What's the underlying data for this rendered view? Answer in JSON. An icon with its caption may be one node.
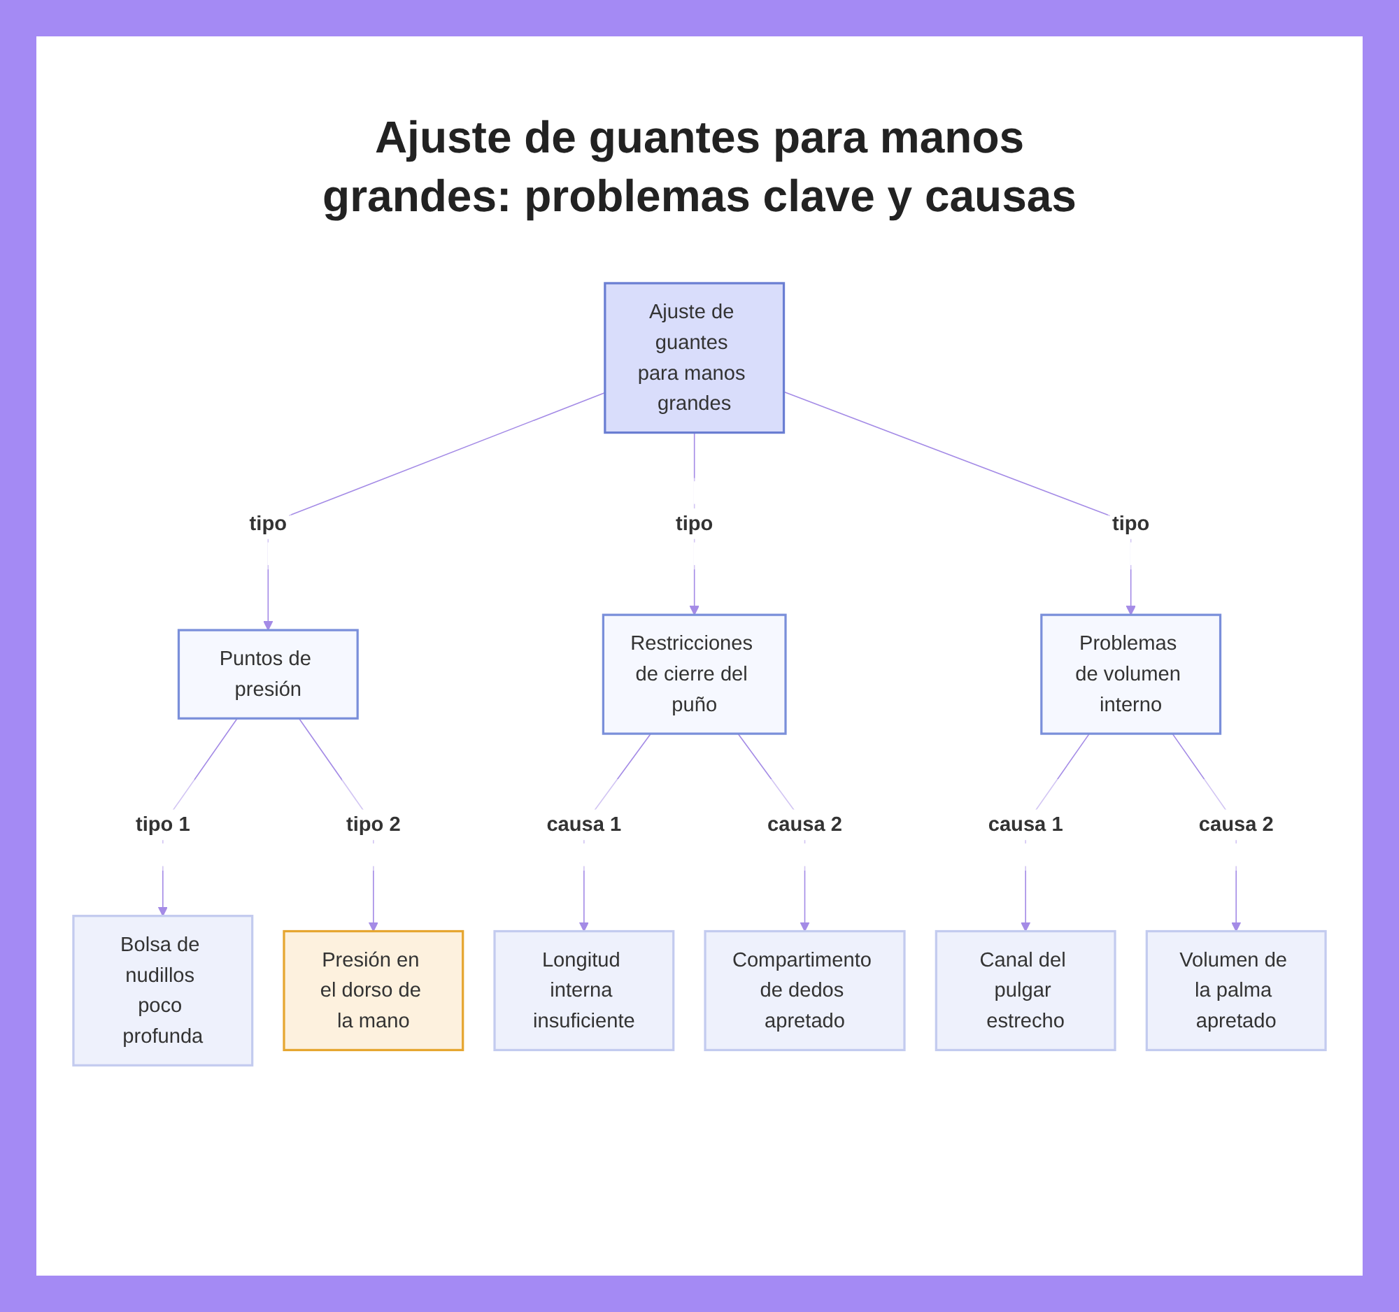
{
  "diagram": {
    "title": "Ajuste de guantes para manos grandes: problemas clave y causas",
    "nodes": [
      {
        "text": [
          "Ajuste de guantes para manos grandes"
        ]
      },
      {
        "text": [
          "Puntos de presión"
        ]
      },
      {
        "text": [
          "Restricciones de cierre del puño"
        ]
      },
      {
        "text": [
          "Problemas de volumen interno"
        ]
      },
      {
        "text": [
          "Bolsa de nudillos poco profunda"
        ]
      },
      {
        "text": [
          "Presión en el dorso de la mano"
        ]
      },
      {
        "text": [
          "Longitud interna insuficiente"
        ]
      },
      {
        "text": [
          "Compartimento de dedos apretado"
        ]
      },
      {
        "text": [
          "Canal del pulgar estrecho"
        ]
      },
      {
        "text": [
          "Volumen de la palma apretado"
        ]
      }
    ],
    "edges": [
      {
        "from": 0,
        "to": 1,
        "arrow": "to",
        "label": "tipo"
      },
      {
        "from": 0,
        "to": 2,
        "arrow": "to",
        "label": "tipo"
      },
      {
        "from": 0,
        "to": 3,
        "arrow": "to",
        "label": "tipo"
      },
      {
        "from": 1,
        "to": 4,
        "arrow": "to",
        "label": "tipo 1"
      },
      {
        "from": 1,
        "to": 5,
        "arrow": "to",
        "label": "tipo 2"
      },
      {
        "from": 2,
        "to": 6,
        "arrow": "to",
        "label": "causa 1"
      },
      {
        "from": 2,
        "to": 7,
        "arrow": "to",
        "label": "causa 2"
      },
      {
        "from": 3,
        "to": 8,
        "arrow": "to",
        "label": "causa 1"
      },
      {
        "from": 3,
        "to": 9,
        "arrow": "to",
        "label": "causa 2"
      }
    ]
  }
}
